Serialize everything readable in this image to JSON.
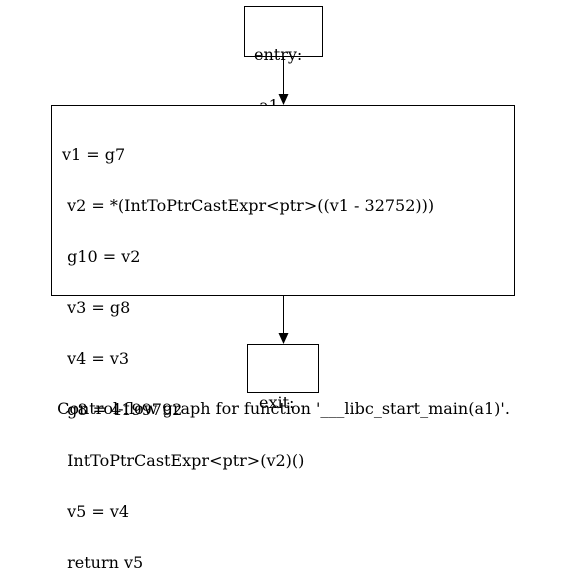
{
  "graph": {
    "entry": {
      "lines": [
        "entry:",
        " a1"
      ]
    },
    "body": {
      "lines": [
        "v1 = g7",
        " v2 = *(IntToPtrCastExpr<ptr>((v1 - 32752)))",
        " g10 = v2",
        " v3 = g8",
        " v4 = v3",
        " g8 = 4199792",
        " IntToPtrCastExpr<ptr>(v2)()",
        " v5 = v4",
        " return v5"
      ]
    },
    "exit": {
      "lines": [
        "exit:"
      ]
    },
    "edges": [
      {
        "from": "entry",
        "to": "body"
      },
      {
        "from": "body",
        "to": "exit"
      }
    ]
  },
  "caption": "Control-flow graph for function '___libc_start_main(a1)'.",
  "colors": {
    "stroke": "#000000",
    "background": "#ffffff"
  }
}
